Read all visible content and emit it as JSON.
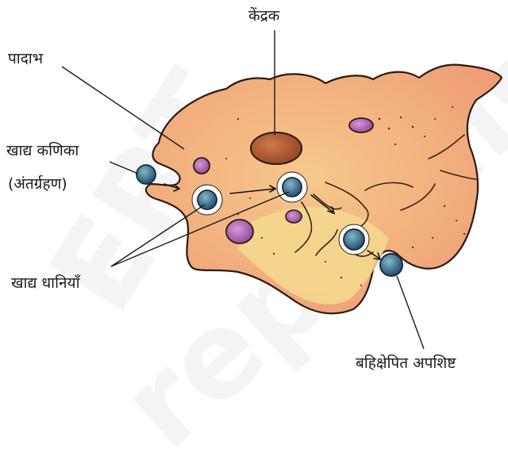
{
  "labels": {
    "nucleus": "केंद्रक",
    "pseudopod": "पादाभ",
    "food_particle": "खाद्य कणिका",
    "ingestion": "(अंतर्ग्रहण)",
    "food_vacuoles": "खाद्य धानियाँ",
    "egested_waste": "बहिक्षेपित अपशिष्ट"
  },
  "watermark": {
    "line1": "ERT",
    "line2": "republished"
  },
  "colors": {
    "cytoplasm_outer": "#f3a27a",
    "cytoplasm_inner": "#f2d58a",
    "nucleus": "#b75c36",
    "vacuole_purple": "#9c4f9c",
    "food_particle": "#2f5f86"
  }
}
